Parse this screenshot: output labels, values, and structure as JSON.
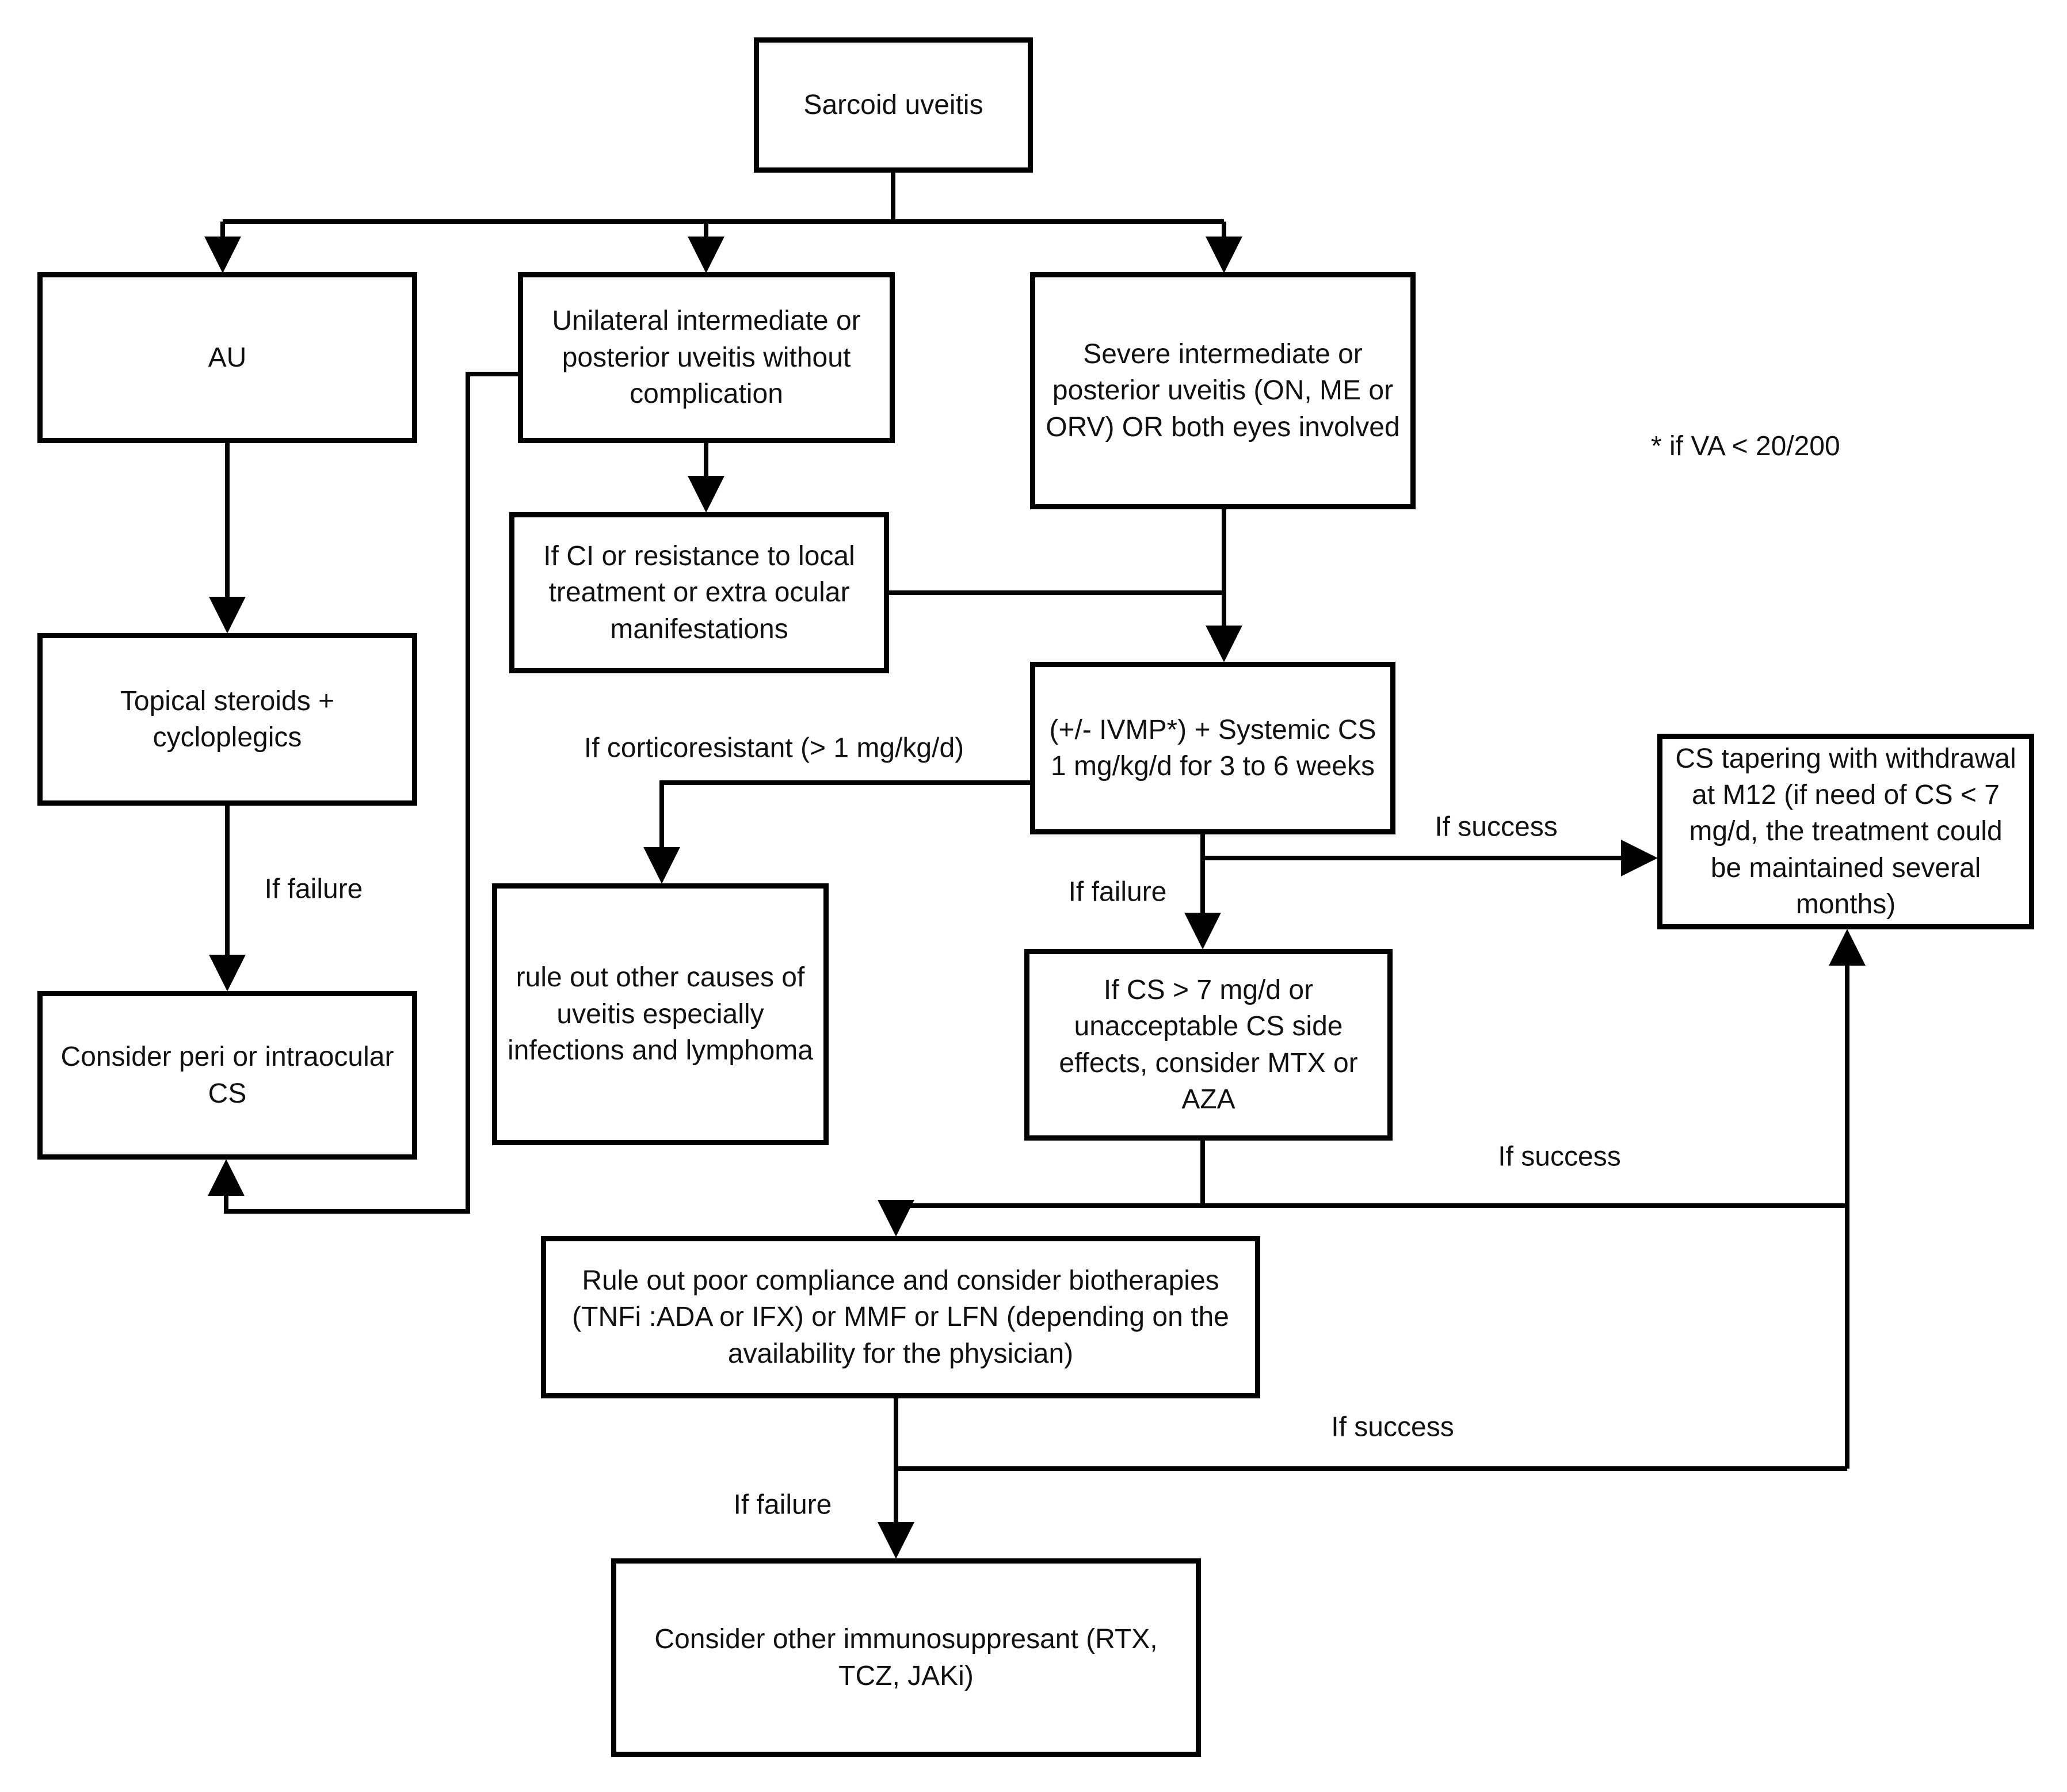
{
  "nodes": {
    "sarcoid": {
      "text": "Sarcoid uveitis"
    },
    "au": {
      "text": "AU"
    },
    "unilateral": {
      "text": "Unilateral intermediate or posterior uveitis without complication"
    },
    "severe": {
      "text": "Severe intermediate or posterior uveitis (ON, ME or ORV) OR both eyes involved"
    },
    "if_ci": {
      "text": "If CI or resistance to local treatment or extra ocular manifestations"
    },
    "topical": {
      "text": "Topical steroids + cycloplegics"
    },
    "systemic_cs": {
      "text": "(+/- IVMP*) + Systemic CS 1 mg/kg/d for 3 to 6 weeks"
    },
    "rule_out_other": {
      "text": "rule out other causes of uveitis especially infections and lymphoma"
    },
    "cs_tapering": {
      "text": "CS tapering with withdrawal at M12 (if need of CS < 7 mg/d, the treatment could be maintained several months)"
    },
    "consider_peri": {
      "text": "Consider peri or intraocular CS"
    },
    "if_cs_over_7": {
      "text": "If CS > 7 mg/d or unacceptable CS side effects, consider MTX or AZA"
    },
    "rule_out_poor_compliance": {
      "text": "Rule out poor compliance and consider biotherapies (TNFi :ADA or IFX) or MMF or LFN (depending on the availability for the physician)"
    },
    "consider_other": {
      "text": "Consider other immunosuppresant (RTX, TCZ, JAKi)"
    }
  },
  "labels": {
    "note_va": "* if VA < 20/200",
    "corticoresistant": "If corticoresistant (> 1 mg/kg/d)",
    "if_failure_topical": "If failure",
    "if_failure_systemic": "If failure",
    "if_failure_biotherapies": "If failure",
    "if_success_systemic": "If success",
    "if_success_mtx": "If success",
    "if_success_biotherapies": "If success"
  },
  "colors": {
    "background": "#ffffff",
    "line": "#000000",
    "box_border": "#000000",
    "text": "#111111"
  }
}
